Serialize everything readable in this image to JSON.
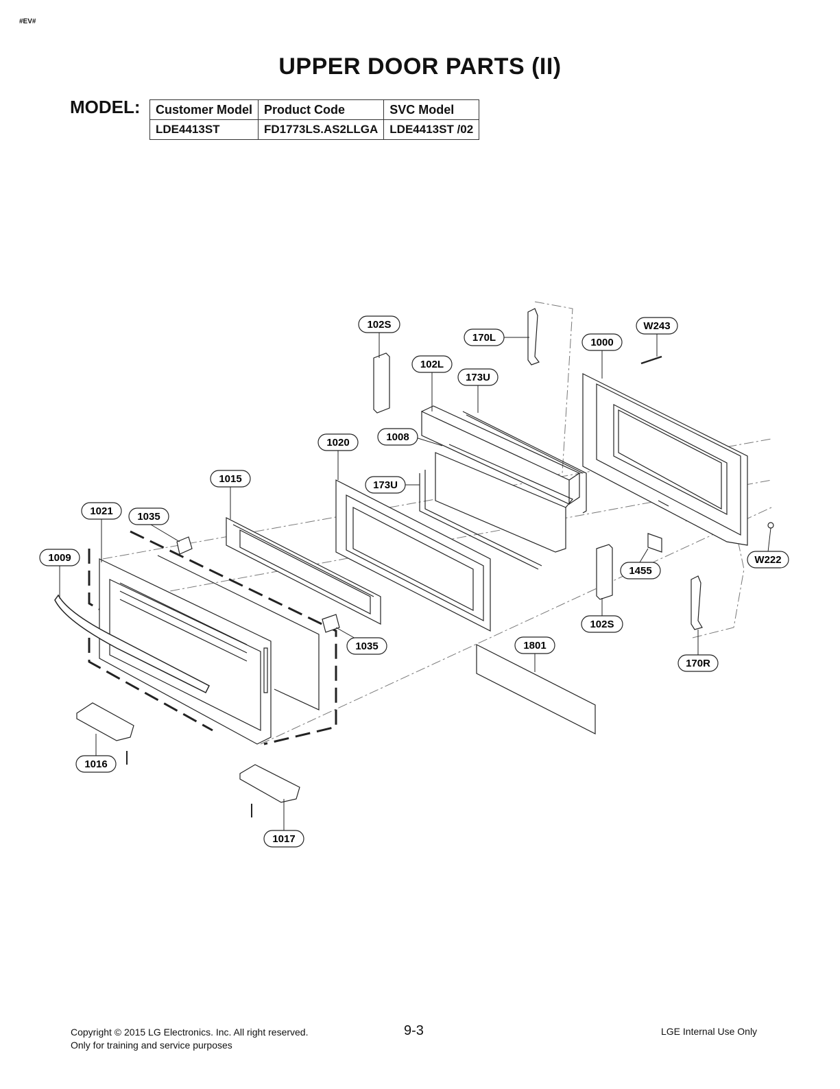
{
  "header": {
    "tag": "#EV#",
    "title": "UPPER DOOR PARTS (II)"
  },
  "model": {
    "label": "MODEL:",
    "columns": [
      "Customer Model",
      "Product Code",
      "SVC Model"
    ],
    "row": [
      "LDE4413ST",
      "FD1773LS.AS2LLGA",
      "LDE4413ST /02"
    ]
  },
  "callouts": [
    {
      "id": "c-102s-top",
      "text": "102S"
    },
    {
      "id": "c-170l",
      "text": "170L"
    },
    {
      "id": "c-w243",
      "text": "W243"
    },
    {
      "id": "c-1000",
      "text": "1000"
    },
    {
      "id": "c-102l",
      "text": "102L"
    },
    {
      "id": "c-173u-top",
      "text": "173U"
    },
    {
      "id": "c-1008",
      "text": "1008"
    },
    {
      "id": "c-1020",
      "text": "1020"
    },
    {
      "id": "c-1015",
      "text": "1015"
    },
    {
      "id": "c-173u-mid",
      "text": "173U"
    },
    {
      "id": "c-1021",
      "text": "1021"
    },
    {
      "id": "c-1035-top",
      "text": "1035"
    },
    {
      "id": "c-1009",
      "text": "1009"
    },
    {
      "id": "c-1455",
      "text": "1455"
    },
    {
      "id": "c-w222",
      "text": "W222"
    },
    {
      "id": "c-102s-bottom",
      "text": "102S"
    },
    {
      "id": "c-1035-bottom",
      "text": "1035"
    },
    {
      "id": "c-1801",
      "text": "1801"
    },
    {
      "id": "c-170r",
      "text": "170R"
    },
    {
      "id": "c-1016",
      "text": "1016"
    },
    {
      "id": "c-1017",
      "text": "1017"
    }
  ],
  "footer": {
    "copyright": "Copyright © 2015 LG Electronics. Inc. All right reserved.",
    "purpose": "Only for training and service purposes",
    "page": "9-3",
    "internal": "LGE Internal Use Only"
  }
}
